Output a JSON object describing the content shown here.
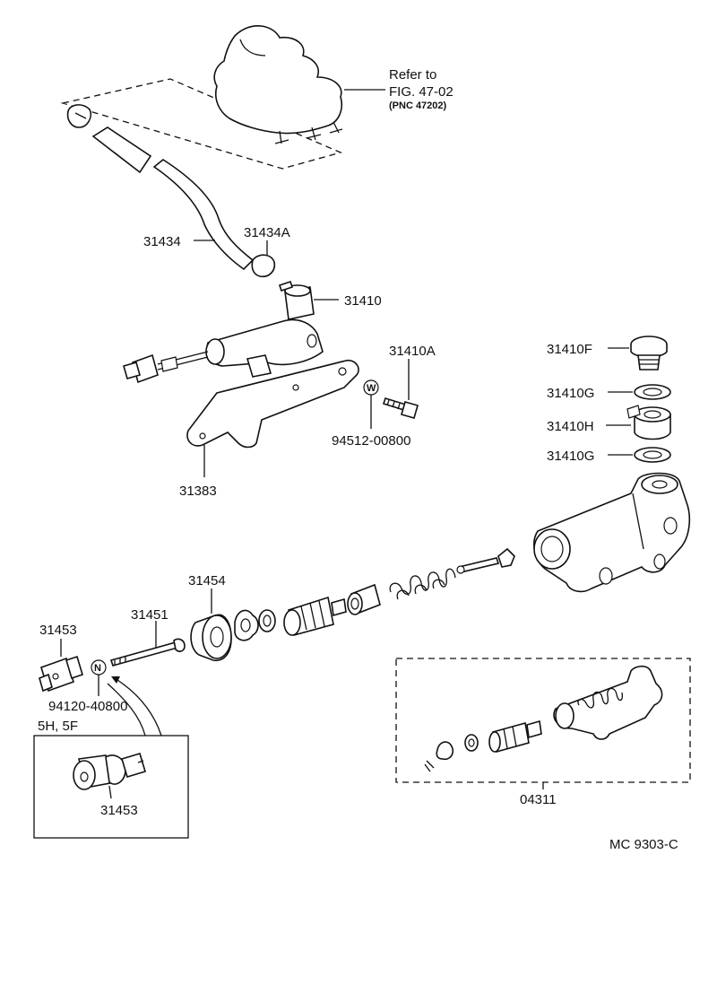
{
  "diagram": {
    "refer": {
      "line1": "Refer to",
      "line2": "FIG. 47-02",
      "line3": "(PNC 47202)"
    },
    "labels": {
      "p31434": "31434",
      "p31434A": "31434A",
      "p31410": "31410",
      "p31410A": "31410A",
      "p94512": "94512-00800",
      "p31383": "31383",
      "p31410F": "31410F",
      "p31410G_top": "31410G",
      "p31410H": "31410H",
      "p31410G_bot": "31410G",
      "p31454": "31454",
      "p31451": "31451",
      "p31453": "31453",
      "p94120": "94120-40800",
      "variant": "5H, 5F",
      "p31453_inset": "31453",
      "p04311": "04311"
    },
    "washer_marks": {
      "w": "W",
      "n": "N"
    },
    "code": "MC  9303-C"
  }
}
